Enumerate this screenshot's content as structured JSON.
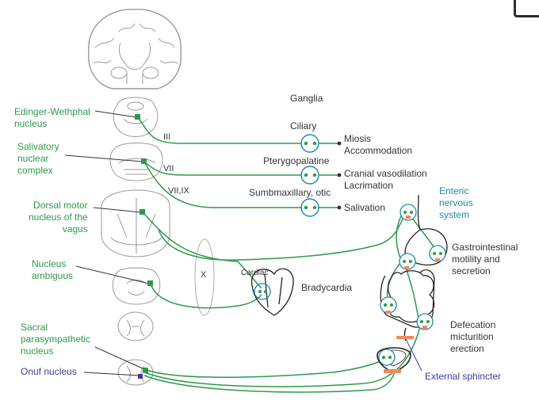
{
  "nuclei": {
    "edinger": "Edinger-Wethphal\nnucleus",
    "salivatory": "Salivatory\nnuclear\ncomplex",
    "dorsal_motor": "Dorsal motor\nnucleus of the\nvagus",
    "ambiguus": "Nucleus\nambiguus",
    "sacral": "Sacral\nparasympathetic\nnucleus",
    "onuf": "Onuf nucleus"
  },
  "nerves": {
    "iii": "III",
    "vii": "VII",
    "vii_ix": "VII,IX",
    "x": "X"
  },
  "ganglia": {
    "heading": "Ganglia",
    "ciliary": "Ciliary",
    "pterygopalatine": "Pterygopalatine",
    "submaxillary": "Sumbmaxillary, otic",
    "cardiac": "Cardiac",
    "enteric": "Enteric\nnervous\nsystem"
  },
  "effects": {
    "miosis": "Miosis\nAccommodation",
    "vasodilation": "Cranial vasodilation\nLacrimation",
    "salivation": "Salivation",
    "bradycardia": "Bradycardia",
    "gi": "Gastrointestinal\nmotility and\nsecretion",
    "defecation": "Defecation\nmicturition\nerection",
    "sphincter": "External sphincter"
  },
  "colors": {
    "pathway": "#2e9a49",
    "ganglion": "#1d8ba3",
    "onuf": "#3d3ba0",
    "text": "#333333",
    "anatomy": "#999999",
    "marker": "#f08a5d"
  }
}
